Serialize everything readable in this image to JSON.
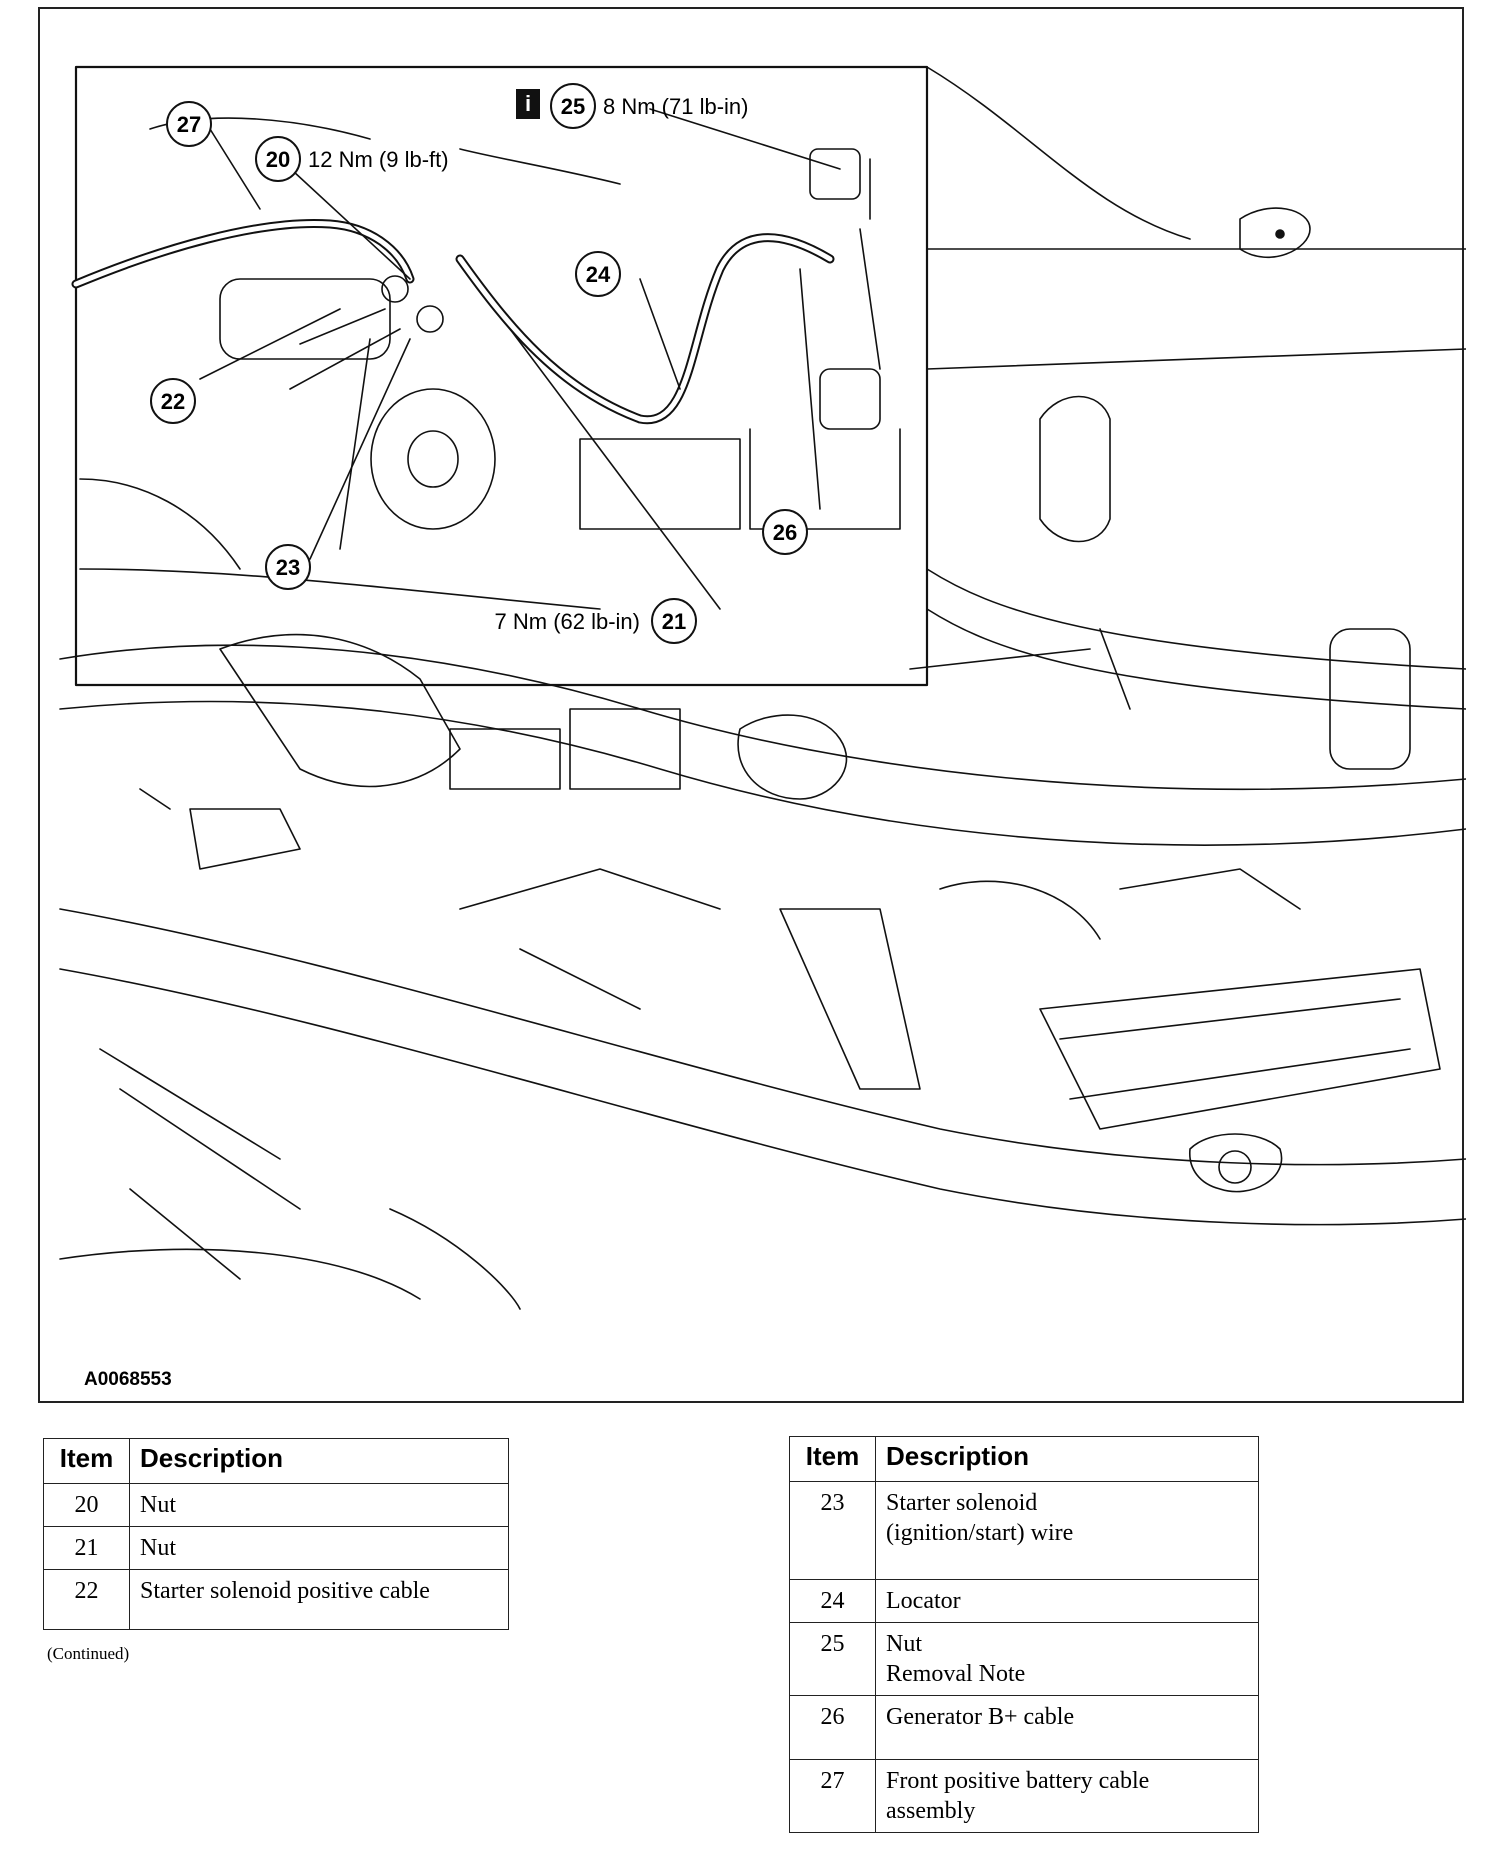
{
  "figure": {
    "id": "A0068553",
    "callouts": [
      {
        "num": "27"
      },
      {
        "num": "20",
        "spec": "12 Nm (9 lb-ft)"
      },
      {
        "num": "25",
        "spec": "8 Nm (71 lb-in)"
      },
      {
        "num": "24"
      },
      {
        "num": "22"
      },
      {
        "num": "26"
      },
      {
        "num": "23"
      },
      {
        "num": "21",
        "spec": "7 Nm (62 lb-in)"
      }
    ],
    "info_icon": "i"
  },
  "tables": {
    "left": {
      "headers": [
        "Item",
        "Description"
      ],
      "rows": [
        {
          "item": "20",
          "desc": [
            "Nut"
          ]
        },
        {
          "item": "21",
          "desc": [
            "Nut"
          ]
        },
        {
          "item": "22",
          "desc": [
            "Starter solenoid positive cable"
          ]
        }
      ],
      "note": "(Continued)"
    },
    "right": {
      "headers": [
        "Item",
        "Description"
      ],
      "rows": [
        {
          "item": "23",
          "desc": [
            "Starter solenoid",
            "(ignition/start) wire"
          ]
        },
        {
          "item": "24",
          "desc": [
            "Locator"
          ]
        },
        {
          "item": "25",
          "desc": [
            "Nut",
            "Removal Note"
          ]
        },
        {
          "item": "26",
          "desc": [
            "Generator B+ cable"
          ]
        },
        {
          "item": "27",
          "desc": [
            "Front positive battery cable",
            "assembly"
          ]
        }
      ]
    }
  }
}
